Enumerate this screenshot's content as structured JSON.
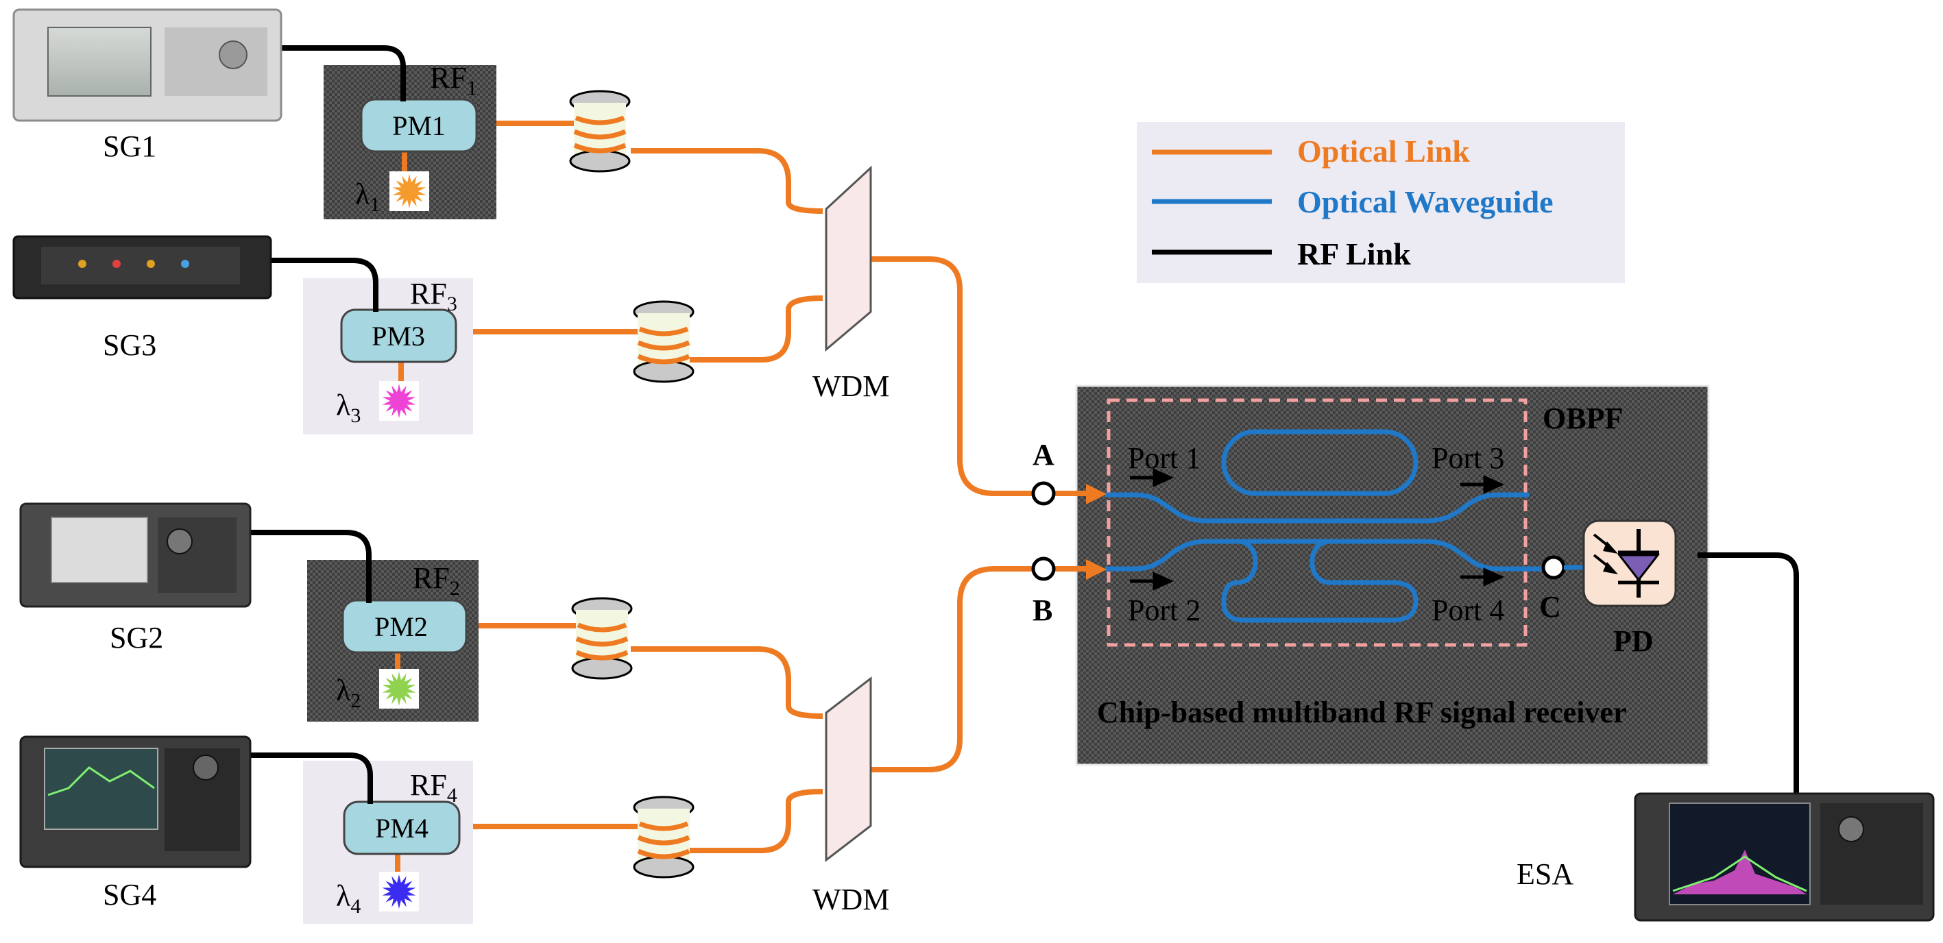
{
  "colors": {
    "optical": "#ee7b22",
    "waveguide": "#1f78c8",
    "rf": "#000000",
    "pm_fill": "#a6d6e0",
    "legend_bg": "#eceaf2",
    "laser_box": "#ece9f1",
    "chip_dash": "#f2a0a0",
    "pd_fill": "#fbe3d3",
    "wdm_fill": "#f8e8e8"
  },
  "generators": [
    {
      "id": "SG1",
      "label": "SG1"
    },
    {
      "id": "SG3",
      "label": "SG3"
    },
    {
      "id": "SG2",
      "label": "SG2"
    },
    {
      "id": "SG4",
      "label": "SG4"
    }
  ],
  "modulators": [
    {
      "label": "PM1",
      "rf": "RF",
      "rf_sub": "1",
      "lambda": "λ",
      "lambda_sub": "1",
      "laser_color": "#f59a2c"
    },
    {
      "label": "PM3",
      "rf": "RF",
      "rf_sub": "3",
      "lambda": "λ",
      "lambda_sub": "3",
      "laser_color": "#ee44d6"
    },
    {
      "label": "PM2",
      "rf": "RF",
      "rf_sub": "2",
      "lambda": "λ",
      "lambda_sub": "2",
      "laser_color": "#8ed250"
    },
    {
      "label": "PM4",
      "rf": "RF",
      "rf_sub": "4",
      "lambda": "λ",
      "lambda_sub": "4",
      "laser_color": "#3a2cf0"
    }
  ],
  "wdm": {
    "top": "WDM",
    "bottom": "WDM"
  },
  "legend": {
    "optical_link": "Optical Link",
    "optical_waveguide": "Optical Waveguide",
    "rf_link": "RF Link"
  },
  "chip": {
    "obpf": "OBPF",
    "caption": "Chip-based multiband RF signal receiver",
    "port1": "Port 1",
    "port2": "Port 2",
    "port3": "Port 3",
    "port4": "Port 4",
    "node_a": "A",
    "node_b": "B",
    "node_c": "C",
    "pd": "PD"
  },
  "analyzer": {
    "label": "ESA"
  }
}
